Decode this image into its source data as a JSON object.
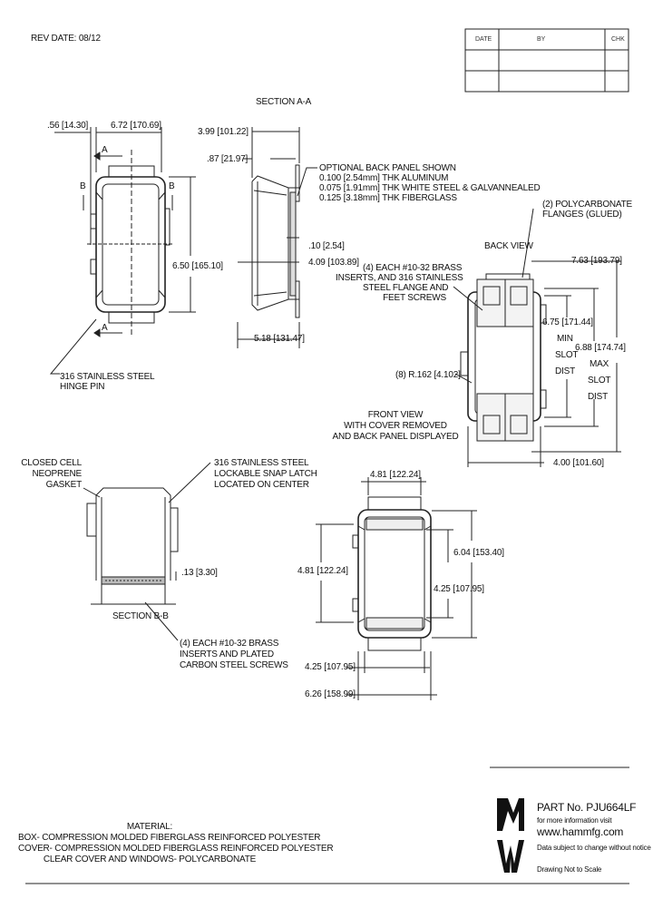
{
  "rev_date": "REV DATE: 08/12",
  "revision_table": {
    "headers": [
      "DATE",
      "BY",
      "CHK"
    ]
  },
  "section_aa": {
    "title": "SECTION A-A",
    "dim_depth": "3.99 [101.22]",
    "dim_flange": ".87 [21.97]",
    "dim_wall": ".10 [2.54]",
    "dim_inner": "4.09 [103.89]",
    "dim_total": "5.18 [131.47]",
    "note_lines": [
      "OPTIONAL BACK PANEL SHOWN",
      "0.100 [2.54mm] THK ALUMINUM",
      "0.075 [1.91mm] THK WHITE STEEL & GALVANNEALED",
      "0.125 [3.18mm] THK FIBERGLASS"
    ]
  },
  "front_left": {
    "dim_a": ".56 [14.30]",
    "dim_b": "6.72 [170.69]",
    "dim_height": "6.50 [165.10]",
    "label_a": "A",
    "label_b": "B",
    "hinge_note": [
      "316 STAINLESS STEEL",
      "HINGE PIN"
    ]
  },
  "back_view": {
    "title": "BACK VIEW",
    "flange_note": [
      "(2) POLYCARBONATE",
      "FLANGES (GLUED)"
    ],
    "inserts_note": [
      "(4) EACH #10-32 BRASS",
      "INSERTS, AND 316 STAINLESS",
      "STEEL FLANGE AND",
      "FEET SCREWS"
    ],
    "slot_note": "(8) R.162 [4.102]",
    "dim_overall": "7.63 [193.79]",
    "dim_min": [
      "6.75 [171.44]",
      "MIN",
      "SLOT",
      "DIST"
    ],
    "dim_max": [
      "6.88 [174.74]",
      "MAX",
      "SLOT",
      "DIST"
    ],
    "dim_width": "4.00 [101.60]",
    "front_view_note": [
      "FRONT VIEW",
      "WITH COVER REMOVED",
      "AND BACK PANEL DISPLAYED"
    ]
  },
  "section_bb": {
    "title": "SECTION B-B",
    "gasket_note": [
      "CLOSED CELL",
      "NEOPRENE",
      "GASKET"
    ],
    "latch_note": [
      "316 STAINLESS STEEL",
      "LOCKABLE SNAP LATCH",
      "LOCATED ON CENTER"
    ],
    "dim_13": ".13 [3.30]",
    "screws_note": [
      "(4) EACH #10-32 BRASS",
      "INSERTS AND PLATED",
      "CARBON STEEL SCREWS"
    ]
  },
  "front_view": {
    "dim_top": "4.81 [122.24]",
    "dim_left": "4.81 [122.24]",
    "dim_right_outer": "6.04 [153.40]",
    "dim_right_inner": "4.25 [107.95]",
    "dim_bottom_inner": "4.25 [107.95]",
    "dim_bottom_outer": "6.26 [158.99]"
  },
  "material": {
    "title": "MATERIAL:",
    "lines": [
      "BOX- COMPRESSION MOLDED FIBERGLASS REINFORCED POLYESTER",
      "COVER- COMPRESSION MOLDED FIBERGLASS REINFORCED POLYESTER",
      "CLEAR COVER AND WINDOWS- POLYCARBONATE"
    ]
  },
  "title_block": {
    "part_no": "PART No. PJU664LF",
    "more_info": "for more information visit",
    "website": "www.hammfg.com",
    "disclaimer": "Data subject to change without notice",
    "scale_note": "Drawing Not to Scale"
  }
}
